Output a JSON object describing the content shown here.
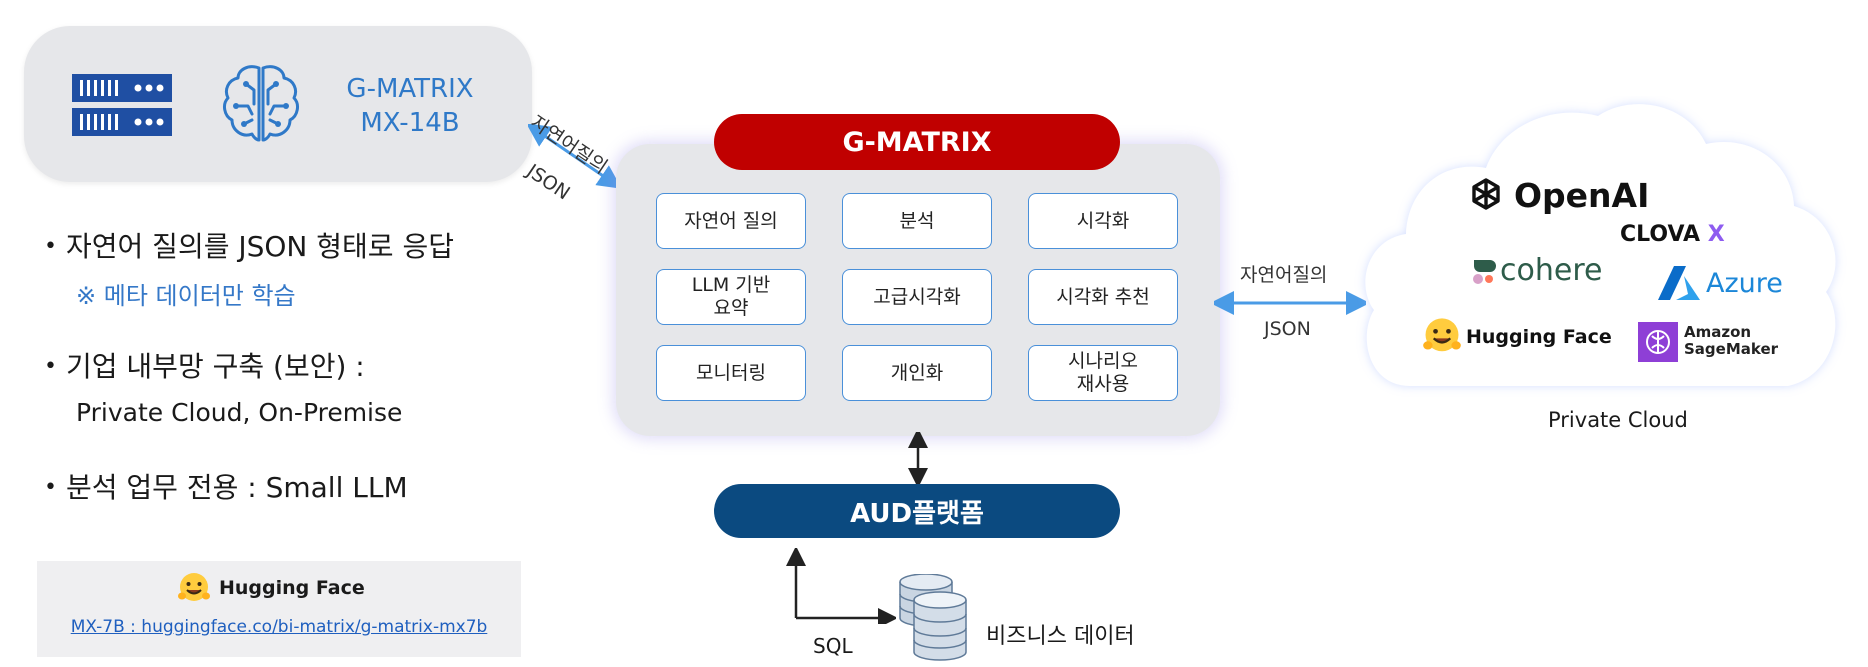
{
  "model_box": {
    "name_line1": "G-MATRIX",
    "name_line2": "MX-14B"
  },
  "left_connector": {
    "top_label": "자연어질의",
    "bottom_label": "JSON"
  },
  "bullets": [
    {
      "main": "자연어 질의를 JSON 형태로 응답",
      "sub": "※ 메타 데이터만 학습"
    },
    {
      "main": "기업 내부망 구축 (보안) :",
      "sub": "Private Cloud, On-Premise"
    },
    {
      "main": "분석 업무 전용 : Small LLM",
      "sub": ""
    }
  ],
  "hf_card": {
    "brand": "Hugging Face",
    "link": "MX-7B : huggingface.co/bi-matrix/g-matrix-mx7b"
  },
  "core": {
    "title": "G-MATRIX",
    "cells": [
      [
        "자연어 질의",
        "분석",
        "시각화"
      ],
      [
        "LLM 기반\n요약",
        "고급시각화",
        "시각화 추천"
      ],
      [
        "모니터링",
        "개인화",
        "시나리오\n재사용"
      ]
    ]
  },
  "platform": {
    "title": "AUD플랫폼"
  },
  "data_source": {
    "label": "비즈니스 데이터",
    "sql": "SQL"
  },
  "right_connector": {
    "top_label": "자연어질의",
    "bottom_label": "JSON"
  },
  "cloud": {
    "label": "Private Cloud",
    "logos": {
      "openai": "OpenAI",
      "clova": "CLOVA",
      "clova_x": "X",
      "cohere": "cohere",
      "azure": "Azure",
      "huggingface": "Hugging Face",
      "sagemaker_1": "Amazon",
      "sagemaker_2": "SageMaker"
    }
  },
  "colors": {
    "accent_blue": "#2f79c8",
    "core_red": "#c00000",
    "platform_navy": "#0b4a80",
    "arrow_blue": "#4a9be6"
  }
}
